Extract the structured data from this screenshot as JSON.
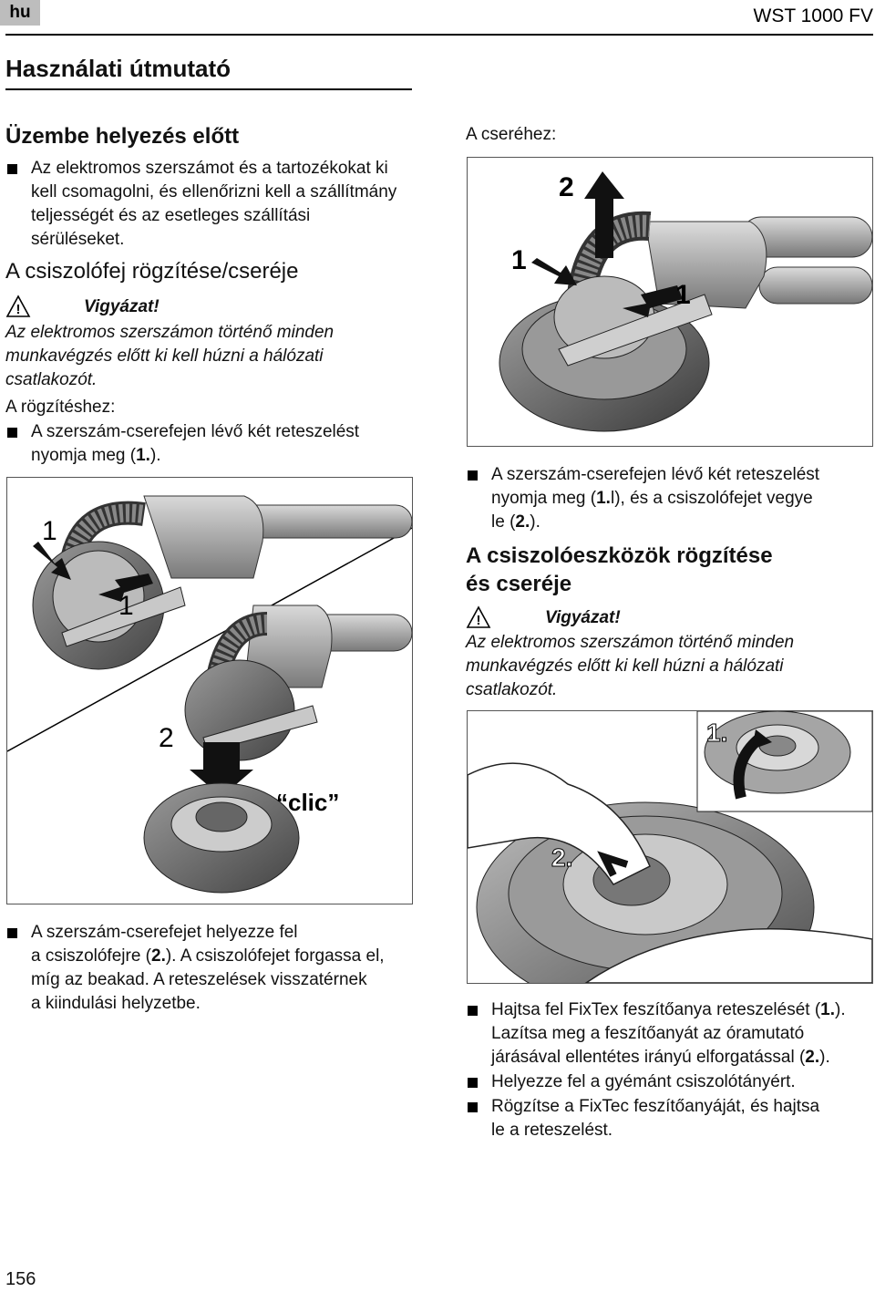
{
  "header": {
    "lang": "hu",
    "model": "WST 1000 FV"
  },
  "page_title": "Használati útmutató",
  "left": {
    "section1_heading": "Üzembe helyezés előtt",
    "section1_bullet": [
      "Az elektromos szerszámot és a tartozékokat ki",
      "kell csomagolni, és ellenőrizni kell a szállítmány",
      "teljességét és az esetleges szállítási",
      "sérüléseket."
    ],
    "section2_heading": "A csiszolófej rögzítése/cseréje",
    "warning_title": "Vigyázat!",
    "warning_text": [
      "Az elektromos szerszámon történő minden",
      "munkavégzés előtt ki kell húzni a hálózati",
      "csatlakozót."
    ],
    "fix_label": "A rögzítéshez:",
    "fix_bullet": [
      "A szerszám-cserefejen lévő két reteszelést",
      "nyomja meg (",
      "1.",
      ")."
    ],
    "fig1_labels": {
      "a": "1",
      "b": "1",
      "c": "2",
      "clic": "“clic”"
    },
    "after_bullet": [
      "A szerszám-cserefejet helyezze fel",
      "a csiszolófejre (",
      "2.",
      "). A csiszolófejet forgassa el,",
      "míg az beakad. A reteszelések visszatérnek",
      "a kiindulási helyzetbe."
    ]
  },
  "right": {
    "exchange_label": "A cseréhez:",
    "fig2_labels": {
      "a": "2",
      "b": "1",
      "c": "1"
    },
    "exchange_bullet": [
      "A szerszám-cserefejen lévő két reteszelést",
      "nyomja meg (",
      "1.",
      "l), és a csiszolófejet vegye",
      "le (",
      "2.",
      ")."
    ],
    "section3_heading": [
      "A csiszolóeszközök rögzítése",
      "és cseréje"
    ],
    "warning_title": "Vigyázat!",
    "warning_text": [
      "Az elektromos szerszámon történő minden",
      "munkavégzés előtt ki kell húzni a hálózati",
      "csatlakozót."
    ],
    "fig3_labels": {
      "a": "1.",
      "b": "2."
    },
    "steps": [
      {
        "lines": [
          "Hajtsa fel FixTex feszítőanya reteszelését (",
          "1.",
          ")."
        ],
        "line2": [
          "Lazítsa meg a feszítőanyát az óramutató"
        ],
        "line3": [
          "járásával ellentétes irányú elforgatással (",
          "2.",
          ")."
        ]
      },
      {
        "text": "Helyezze fel a gyémánt csiszolótányért."
      },
      {
        "line1": "Rögzítse a FixTec feszítőanyáját, és hajtsa",
        "line2": "le a reteszelést."
      }
    ]
  },
  "footer": {
    "page_number": "156"
  }
}
